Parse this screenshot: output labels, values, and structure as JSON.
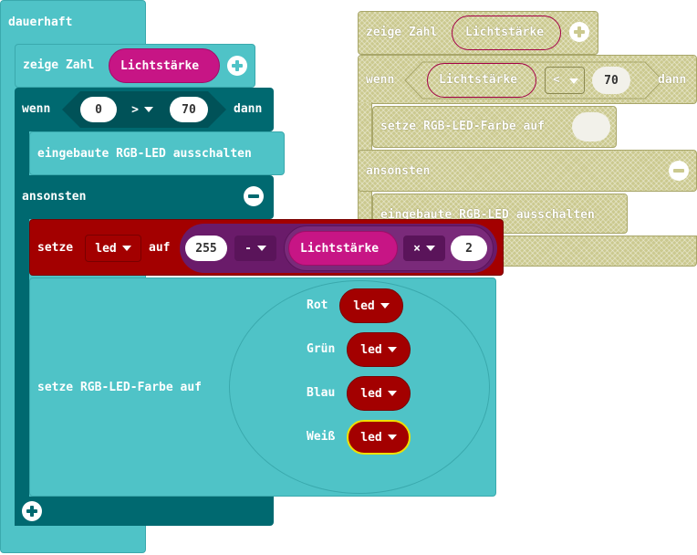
{
  "colors": {
    "basic": "#4fc3c7",
    "logic": "#006970",
    "light_block": "#4fc3c7",
    "variable": "#a30000",
    "math": "#6a1b6a",
    "sensor": "#c71585",
    "disabled": "#cbc98f"
  },
  "forever": {
    "label": "dauerhaft",
    "show_number_label": "zeige Zahl",
    "show_number_value": "Lichtstärke",
    "if_block": {
      "if_label": "wenn",
      "left_value": "0",
      "operator": ">",
      "right_value": "70",
      "then_label": "dann",
      "then_statement": "eingebaute RGB-LED ausschalten",
      "else_label": "ansonsten"
    },
    "set_block": {
      "label": "setze",
      "variable": "led",
      "to_label": "auf",
      "minuend": "255",
      "minus_operator": "-",
      "sensor": "Lichtstärke",
      "times_operator": "×",
      "factor": "2"
    },
    "rgb_block": {
      "label": "setze RGB-LED-Farbe auf",
      "channels": [
        {
          "name": "Rot",
          "value": "led"
        },
        {
          "name": "Grün",
          "value": "led"
        },
        {
          "name": "Blau",
          "value": "led"
        },
        {
          "name": "Weiß",
          "value": "led"
        }
      ]
    }
  },
  "disabled_blocks": {
    "show_number_label": "zeige Zahl",
    "show_number_value": "Lichtstärke",
    "if_label": "wenn",
    "left_value": "Lichtstärke",
    "operator": "<",
    "right_value": "70",
    "then_label": "dann",
    "then_statement": "setze RGB-LED-Farbe auf",
    "else_label": "ansonsten",
    "else_statement": "eingebaute RGB-LED ausschalten"
  }
}
